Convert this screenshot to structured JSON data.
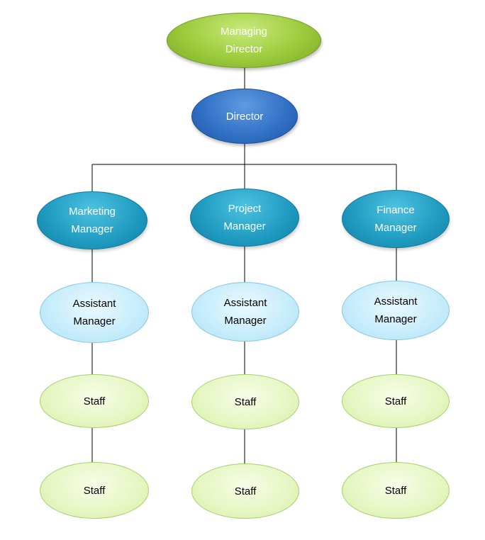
{
  "nodes": {
    "managing_director": "Managing\nDirector",
    "director": "Director",
    "marketing_manager": "Marketing\nManager",
    "project_manager": "Project\nManager",
    "finance_manager": "Finance\nManager",
    "assistant_manager_1": "Assistant\nManager",
    "assistant_manager_2": "Assistant\nManager",
    "assistant_manager_3": "Assistant\nManager",
    "staff_1a": "Staff",
    "staff_2a": "Staff",
    "staff_3a": "Staff",
    "staff_1b": "Staff",
    "staff_2b": "Staff",
    "staff_3b": "Staff"
  },
  "colors": {
    "top": "#9ccb3c",
    "director": "#2f6fc4",
    "manager": "#1f9ac0",
    "assistant": "#c6ecfb",
    "staff": "#e6f6c2",
    "connector": "#000000"
  }
}
